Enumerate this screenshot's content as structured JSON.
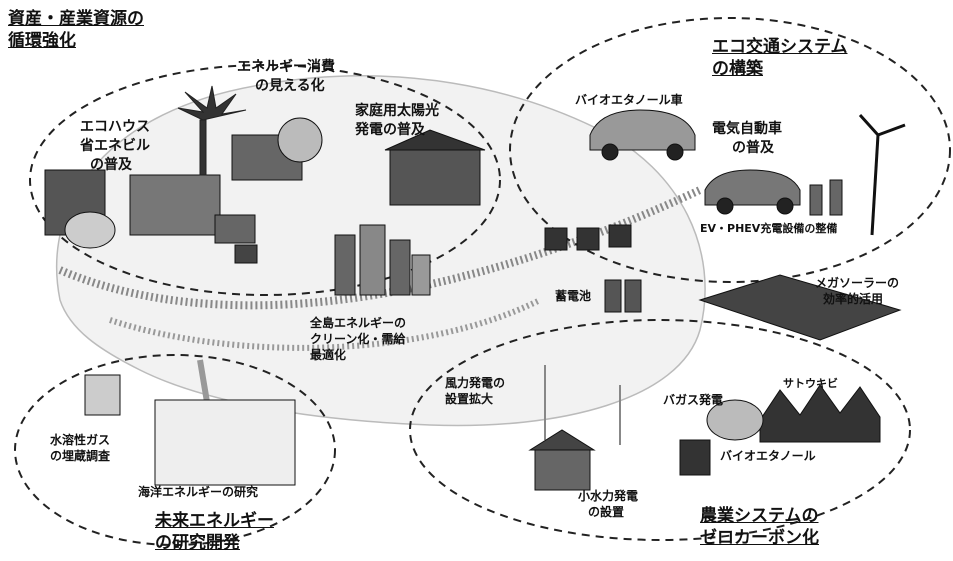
{
  "regions": {
    "top_left_zone": [
      "資産・産業資源の",
      "循環強化"
    ],
    "eco_transport_zone": [
      "エコ交通システム",
      "の構築"
    ],
    "future_energy_zone": [
      "未来エネルギー",
      "の研究開発"
    ],
    "agri_zone": [
      "農業システムの",
      "ゼロカーボン化"
    ]
  },
  "labels": {
    "energy_visualization": [
      "エネルギー消費",
      "の見える化"
    ],
    "eco_house": [
      "エコハウス",
      "省エネビル",
      "の普及"
    ],
    "home_solar": [
      "家庭用太陽光",
      "発電の普及"
    ],
    "bioethanol_car": "バイオエタノール車",
    "ev_spread": [
      "電気自動車",
      "の普及"
    ],
    "ev_charging": "EV・PHEV充電設備の整備",
    "storage_battery": "蓄電池",
    "mega_solar": [
      "メガソーラーの",
      "効率的活用"
    ],
    "island_clean": [
      "全島エネルギーの",
      "クリーン化・需給",
      "最適化"
    ],
    "wind_power": [
      "風力発電の",
      "設置拡大"
    ],
    "bagasse": "バガス発電",
    "sugarcane": "サトウキビ",
    "bioethanol": "バイオエタノール",
    "small_hydro": [
      "小水力発電",
      "の設置"
    ],
    "water_gas": [
      "水溶性ガス",
      "の埋蔵調査"
    ],
    "ocean_energy": "海洋エネルギーの研究"
  }
}
